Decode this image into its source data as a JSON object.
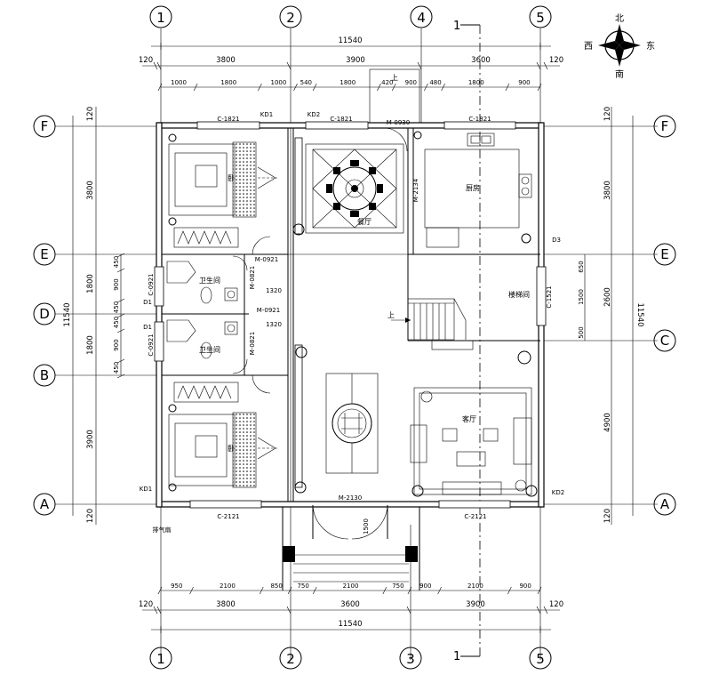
{
  "grid": {
    "cols": [
      "1",
      "2",
      "3",
      "4",
      "5"
    ],
    "rows": [
      "F",
      "E",
      "D",
      "C",
      "B",
      "A"
    ]
  },
  "section": {
    "top": "1",
    "bottom": "1"
  },
  "compass": {
    "north": "北",
    "south": "南",
    "west": "西",
    "east": "东"
  },
  "dims": {
    "overall": "11540",
    "wall": "120",
    "top_major": [
      "3800",
      "3900",
      "3600"
    ],
    "top_minor": [
      "1000",
      "1800",
      "1000",
      "540",
      "1800",
      "420",
      "900",
      "480",
      "1800",
      "900"
    ],
    "bottom_major": [
      "3800",
      "3600",
      "3900"
    ],
    "bottom_minor": [
      "950",
      "2100",
      "850",
      "750",
      "2100",
      "750",
      "900",
      "2100",
      "900"
    ],
    "left_major": [
      "3800",
      "1800",
      "1800",
      "3900"
    ],
    "left_minor": [
      "450",
      "900",
      "450",
      "450",
      "900",
      "450"
    ],
    "right_major": [
      "3800",
      "2600",
      "4900"
    ],
    "right_minor": [
      "650",
      "1500",
      "500"
    ],
    "entry_depth": "1500",
    "bath_width": "1320"
  },
  "rooms": {
    "kitchen": "厨房",
    "stair": "楼梯间",
    "bath": "卫生间",
    "living": "客厅",
    "dining": "餐厅",
    "bed": "卧"
  },
  "tags": {
    "c1821": "C-1821",
    "c2121": "C-2121",
    "c1521": "C-1521",
    "c0921": "C-0921",
    "m0930": "M-0930",
    "m2134": "M-2134",
    "m0921": "M-0921",
    "m0821": "M-0821",
    "m2130": "M-2130",
    "kd1": "KD1",
    "kd2": "KD2",
    "d1": "D1",
    "d3": "D3",
    "up": "上",
    "vent": "排气扇"
  }
}
